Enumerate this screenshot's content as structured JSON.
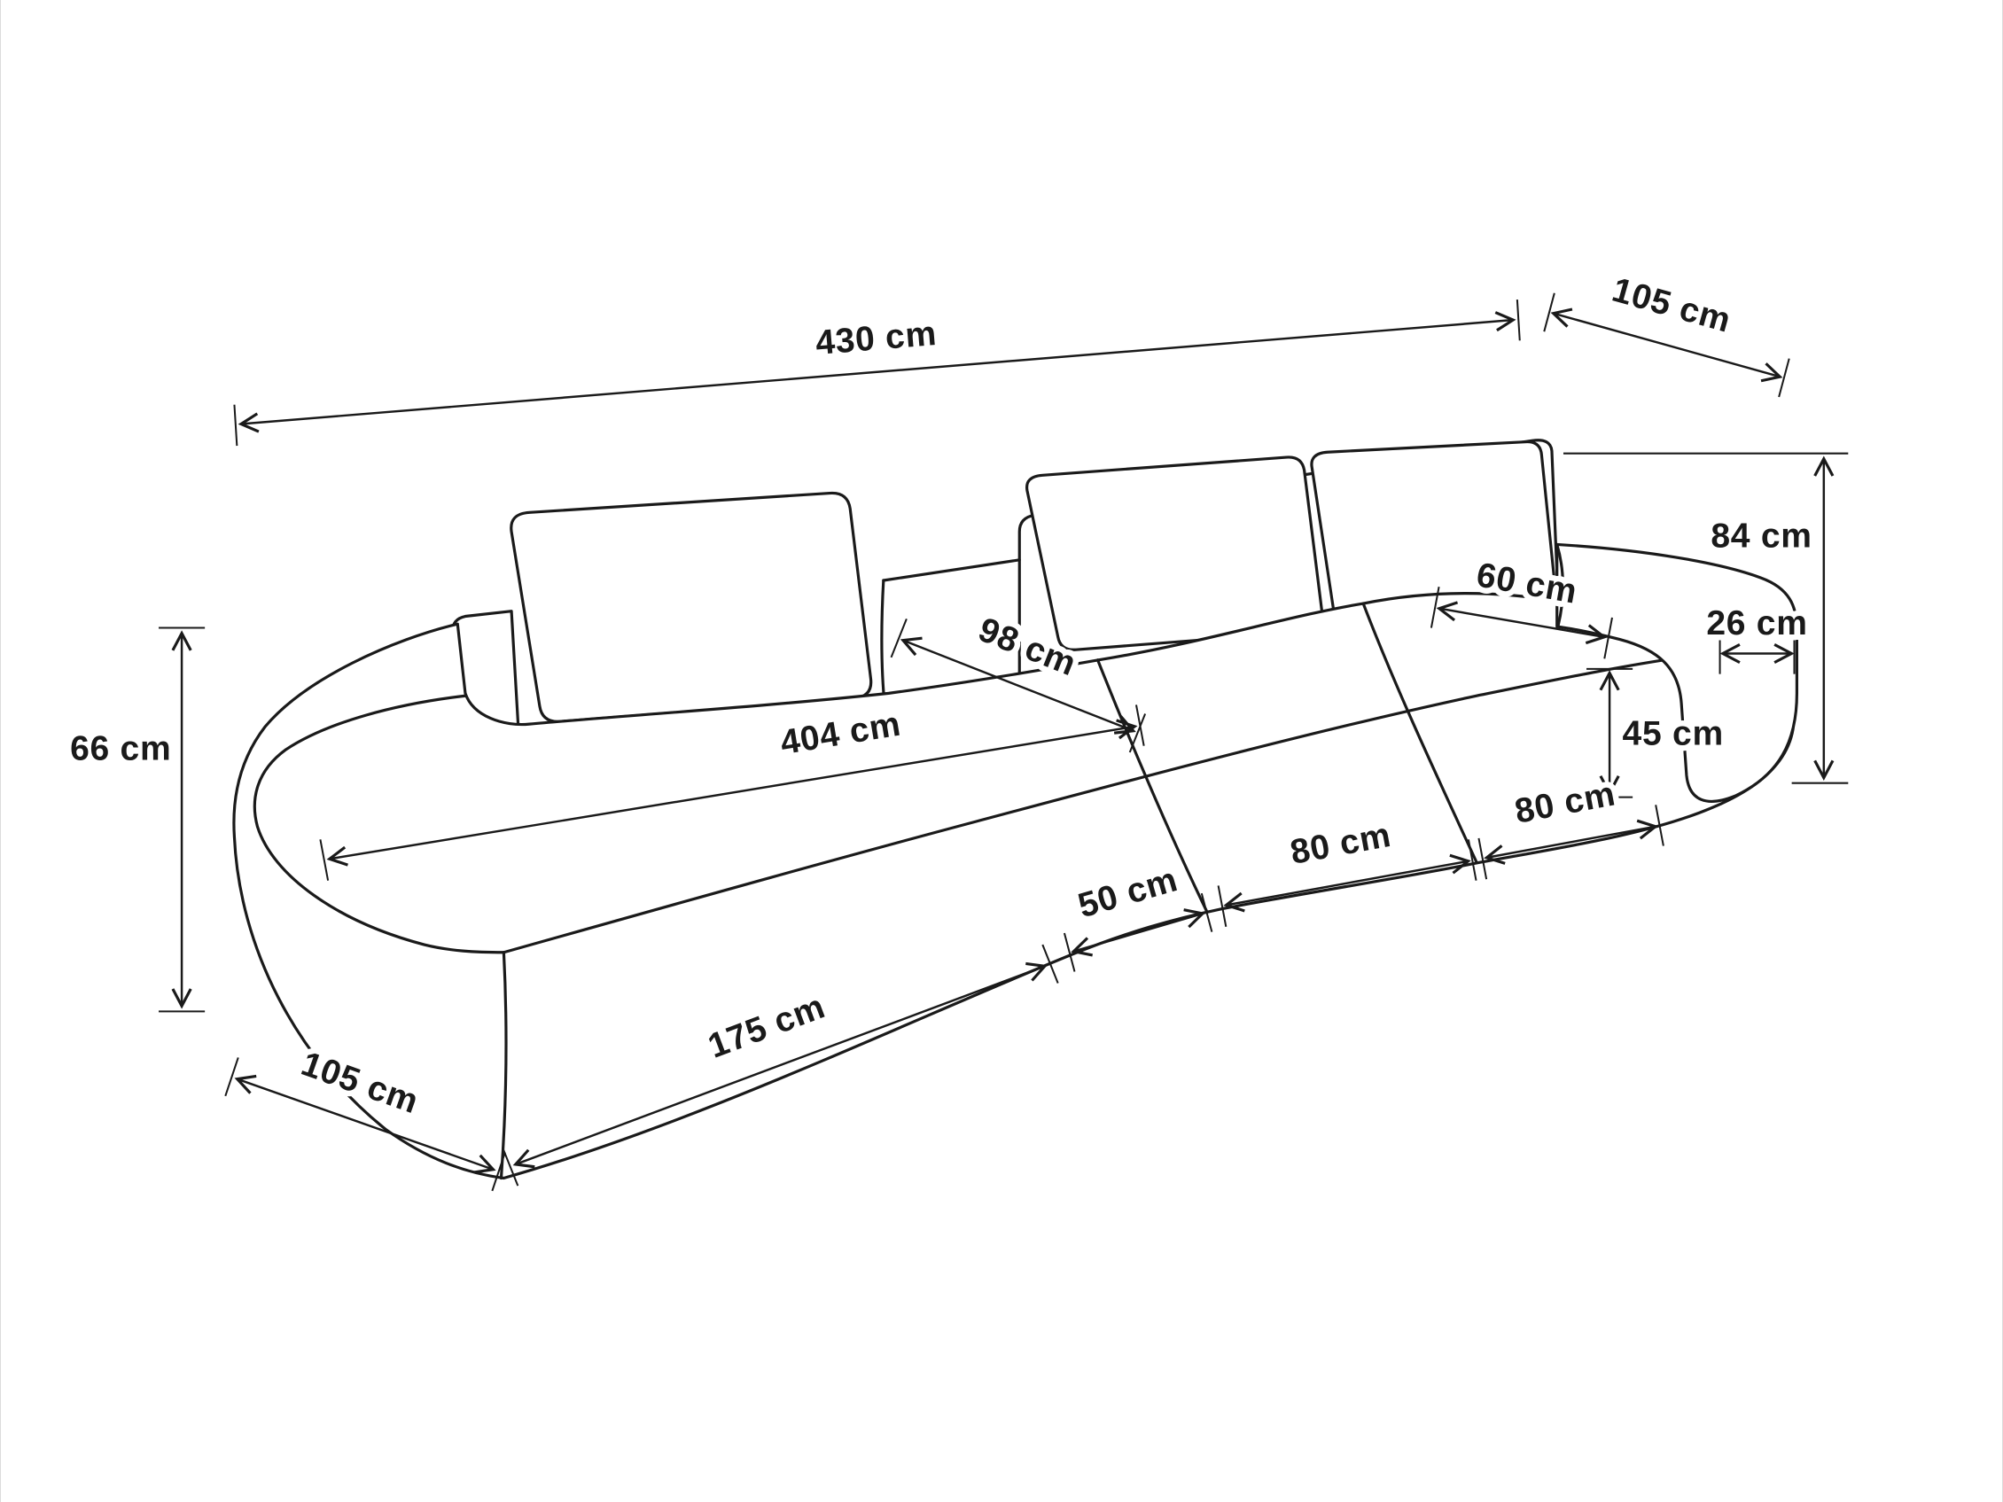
{
  "diagram": {
    "type": "dimension-drawing",
    "subject": "curved modular sofa with chaise lounge",
    "unit": "cm",
    "line_color": "#1a1a1a",
    "background_color": "#ffffff",
    "labels": {
      "total_width": "430 cm",
      "depth_top_right": "105 cm",
      "back_height": "84 cm",
      "backrest_height_left": "66 cm",
      "seat_depth": "98 cm",
      "inner_seat_width": "404 cm",
      "backrest_depth": "60 cm",
      "armrest_width": "26 cm",
      "seat_height": "45 cm",
      "module_width_right": "80 cm",
      "module_width_middle": "80 cm",
      "module_gap": "50 cm",
      "chaise_length": "175 cm",
      "chaise_depth": "105 cm"
    }
  }
}
